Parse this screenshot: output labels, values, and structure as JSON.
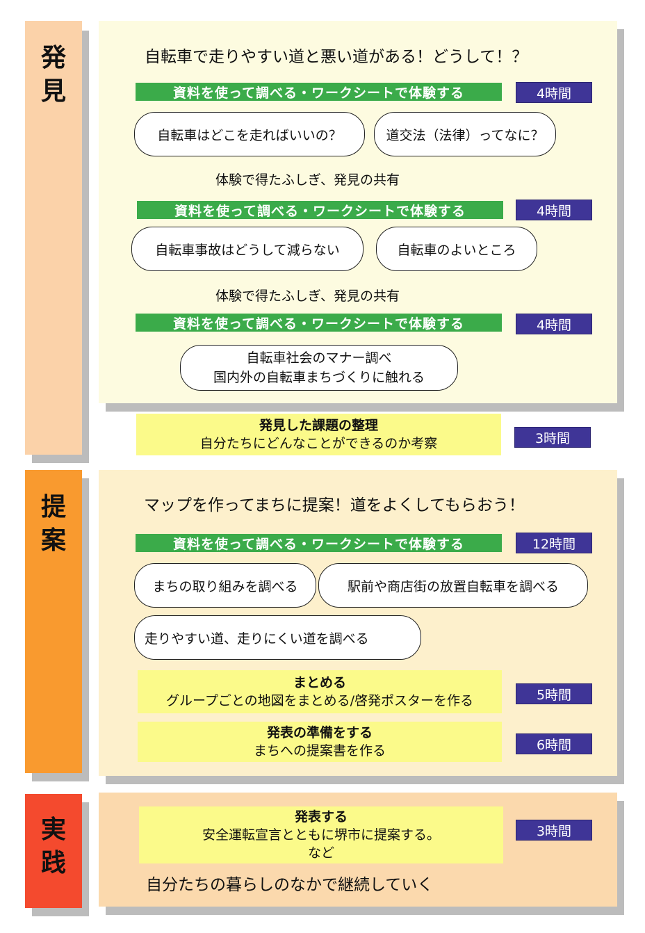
{
  "colors": {
    "stage1_bar": "#fbd2a9",
    "stage2_bar": "#f99a2f",
    "stage3_bar": "#f44a2e",
    "panel1": "#fdfbe0",
    "panel2": "#fdf0cc",
    "panel3": "#fbd9ad",
    "green_bar": "#3bab4a",
    "hours_badge": "#3f3597",
    "yellow_box": "#fbfa8a"
  },
  "stages": [
    {
      "label": [
        "発",
        "見"
      ],
      "headline": "自転車で走りやすい道と悪い道がある！どうして！？",
      "blocks": [
        {
          "bar": "資料を使って調べる・ワークシートで体験する",
          "hours": "4時間",
          "pills": [
            "自転車はどこを走ればいいの？",
            "道交法（法律）ってなに？"
          ]
        },
        {
          "share": "体験で得たふしぎ、発見の共有"
        },
        {
          "bar": "資料を使って調べる・ワークシートで体験する",
          "hours": "4時間",
          "pills": [
            "自転車事故はどうして減らない",
            "自転車のよいところ"
          ]
        },
        {
          "share": "体験で得たふしぎ、発見の共有"
        },
        {
          "bar": "資料を使って調べる・ワークシートで体験する",
          "hours": "4時間",
          "pill_lines": [
            "自転車社会のマナー調べ",
            "国内外の自転車まちづくりに触れる"
          ]
        }
      ],
      "summary": {
        "title": "発見した課題の整理",
        "text": "自分たちにどんなことができるのか考察",
        "hours": "3時間"
      }
    },
    {
      "label": [
        "提",
        "案"
      ],
      "headline": "マップを作ってまちに提案！道をよくしてもらおう！",
      "bar": "資料を使って調べる・ワークシートで体験する",
      "hours": "12時間",
      "pills": [
        "まちの取り組みを調べる",
        "駅前や商店街の放置自転車を調べる",
        "走りやすい道、走りにくい道を調べる"
      ],
      "boxes": [
        {
          "title": "まとめる",
          "text": "グループごとの地図をまとめる/啓発ポスターを作る",
          "hours": "5時間"
        },
        {
          "title": "発表の準備をする",
          "text": "まちへの提案書を作る",
          "hours": "6時間"
        }
      ]
    },
    {
      "label": [
        "実",
        "践"
      ],
      "box": {
        "title": "発表する",
        "text": "安全運転宣言とともに堺市に提案する。",
        "text2": "など",
        "hours": "3時間"
      },
      "closing": "自分たちの暮らしのなかで継続していく"
    }
  ]
}
